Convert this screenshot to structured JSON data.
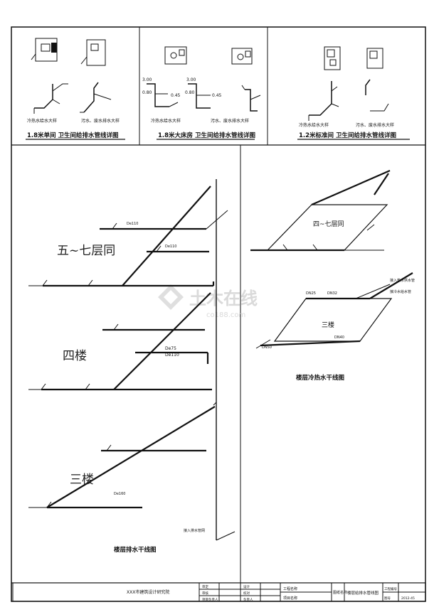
{
  "drawing": {
    "top_panels": [
      {
        "caption": "1.8米单间 卫生间给排水管线详图",
        "riser_labels": [
          "冷热水给水大样",
          "污水、废水排水大样"
        ]
      },
      {
        "caption": "1.8米大床房 卫生间给排水管线详图",
        "riser_labels": [
          "冷热水给水大样",
          "污水、废水排水大样"
        ],
        "dims": [
          "3.00",
          "0.80",
          "0.45",
          "3.00",
          "0.80",
          "0.45"
        ]
      },
      {
        "caption": "1.2米标准间 卫生间给排水管线详图",
        "riser_labels": [
          "冷热水给水大样",
          "污水、废水排水大样"
        ]
      }
    ],
    "left_diagram": {
      "title": "楼层排水干线图",
      "floors": [
        "五~七层同",
        "四楼",
        "三楼"
      ],
      "pipe_labels": [
        "De110",
        "De110",
        "De75",
        "De110",
        "De160"
      ],
      "note": "接入排水管网"
    },
    "right_diagram": {
      "title": "楼层冷热水干线图",
      "floors": [
        "四~七层同",
        "三楼"
      ],
      "pipe_labels": [
        "DN25",
        "DN32",
        "DN40",
        "DN50"
      ],
      "notes": [
        "接入热水供水管",
        "接冷水给水管"
      ]
    },
    "watermark": {
      "main": "土木在线",
      "sub": "co188.com"
    },
    "title_block": {
      "institute": "XXX市建筑设计研究院",
      "cells": [
        "审定",
        "审核",
        "项目负责人",
        "设计",
        "校对",
        "负责人",
        "工程名称",
        "项目名称",
        "图纸名称",
        "楼层给排水管线图",
        "工程编号",
        "图号",
        "2012-45"
      ]
    }
  }
}
